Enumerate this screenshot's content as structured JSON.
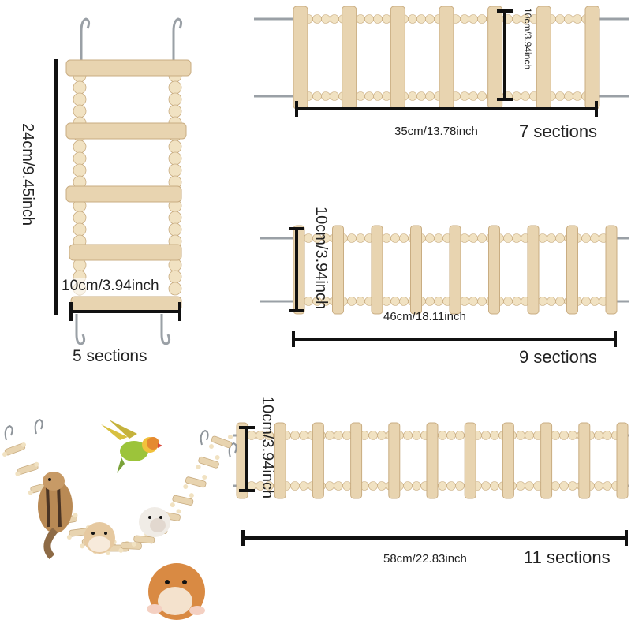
{
  "colors": {
    "wood": "#e8d4b0",
    "wood_dark": "#c9ad82",
    "bead": "#f1e2c2",
    "metal": "#9aa0a6",
    "measure": "#111111"
  },
  "ladder_5": {
    "height_label": "24cm/9.45inch",
    "width_label": "10cm/3.94inch",
    "sections_label": "5 sections"
  },
  "ladder_7": {
    "length_label": "35cm/13.78inch",
    "width_label": "10cm/3.94inch",
    "sections_label": "7 sections"
  },
  "ladder_9": {
    "length_label": "46cm/18.11inch",
    "width_label": "10cm/3.94inch",
    "sections_label": "9 sections"
  },
  "ladder_11": {
    "length_label": "58cm/22.83inch",
    "width_label": "10cm/3.94inch",
    "sections_label": "11 sections"
  }
}
